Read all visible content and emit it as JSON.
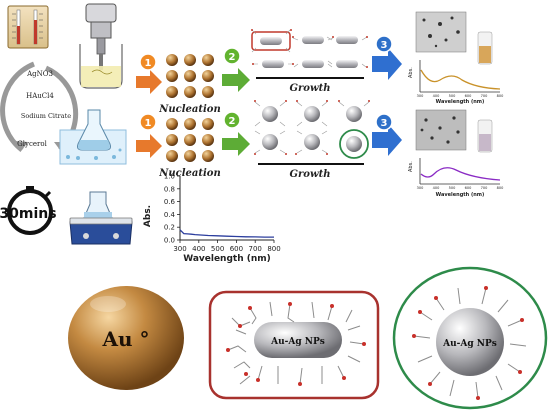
{
  "reagents": [
    "AgNO3",
    "HAuCl4",
    "Sodium Citrate",
    "Glycerol"
  ],
  "timer_label": "30mins",
  "steps": [
    "1",
    "2",
    "3"
  ],
  "stage_labels": {
    "nucleation": "Nucleation",
    "growth": "Growth"
  },
  "spectra": {
    "ylabel": "Abs.",
    "xlabel": "Wavelength (nm)",
    "small_ticks": [
      "300",
      "400",
      "500",
      "600",
      "700",
      "800"
    ],
    "main": {
      "y_ticks": [
        "0.0",
        "0.2",
        "0.4",
        "0.6",
        "0.8",
        "1.0"
      ],
      "x_ticks": [
        "300",
        "400",
        "500",
        "600",
        "700",
        "800"
      ],
      "x": [
        300,
        320,
        340,
        360,
        380,
        400,
        450,
        500,
        550,
        600,
        650,
        700,
        750,
        800
      ],
      "y": [
        0.16,
        0.1,
        0.095,
        0.09,
        0.085,
        0.08,
        0.07,
        0.065,
        0.06,
        0.055,
        0.05,
        0.048,
        0.046,
        0.045
      ],
      "xlim": [
        300,
        800
      ],
      "ylim": [
        0,
        1.0
      ],
      "color": "#2c3e9e"
    },
    "top_color": "#c9922a",
    "bottom_color": "#8a2bc4"
  },
  "bottom_panel": {
    "au_label": "Au °",
    "np_label_1": "Au-Ag NPs",
    "np_label_2": "Au-Ag NPs",
    "frame_colors": {
      "red": "#a8322e",
      "green": "#2e8b4a"
    }
  },
  "colors": {
    "orange_arrow": "#e7792c",
    "green_arrow": "#5dac36",
    "blue_arrow": "#2f6fd0",
    "step_orange": "#f08a24",
    "step_green": "#62b32f",
    "step_blue": "#2e70c9",
    "gold": "#b8823a"
  }
}
